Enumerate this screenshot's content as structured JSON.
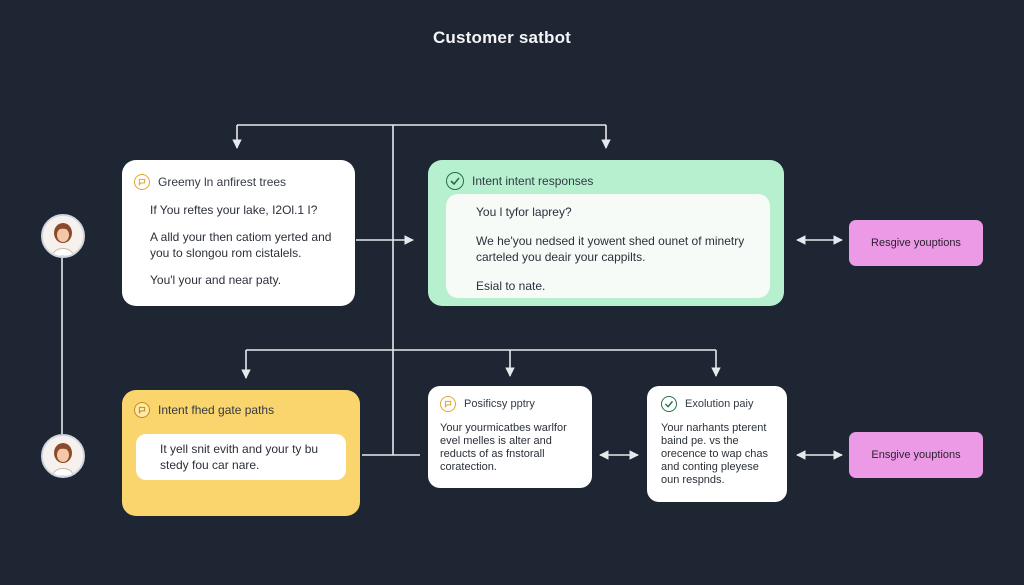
{
  "title": "Customer satbot",
  "colors": {
    "background": "#1e2633",
    "white_card": "#ffffff",
    "green_card": "#b7f0cf",
    "yellow_card": "#fad46c",
    "pink_pill": "#ec9ae6",
    "connector": "#e6e9ee",
    "icon_yellow": "#e3a431",
    "icon_green": "#23704a"
  },
  "avatars": [
    {
      "icon": "user-avatar-icon"
    },
    {
      "icon": "user-avatar-icon"
    }
  ],
  "cards": {
    "top_left": {
      "icon": "chat-bubble-icon",
      "heading": "Greemy ln anfirest trees",
      "lines": [
        "If You reftes your lake, I2Ol.1 I?",
        "A alld your then catiom yerted and",
        "you to slongou rom cistalels.",
        "You'l your and near paty."
      ]
    },
    "top_middle": {
      "icon": "check-circle-icon",
      "heading": "Intent intent responses",
      "lines": [
        "You l tyfor laprey?",
        "We he'you nedsed it yowent shed ounet of minetry",
        "carteled you deair your cappilts.",
        "Esial to nate."
      ]
    },
    "bottom_left": {
      "icon": "chat-bubble-icon",
      "heading": "Intent fhed gate paths",
      "lines": [
        "It yell snit evith and your ty bu",
        "stedy fou car nare."
      ]
    },
    "bottom_middle": {
      "icon": "chat-bubble-icon",
      "heading": "Posificsy pptry",
      "lines": [
        "Your yourmicatbes warlfor",
        "evel melles is alter and",
        "reducts of as fnstorall",
        "coratection."
      ]
    },
    "bottom_right": {
      "icon": "check-circle-icon",
      "heading": "Exolution paiy",
      "lines": [
        "Your narhants pterent",
        "baind pe. vs the",
        "orecence to wap chas",
        "and conting pleyese",
        "oun respnds."
      ]
    }
  },
  "pills": {
    "top": "Resgive youptions",
    "bottom": "Ensgive youptions"
  }
}
